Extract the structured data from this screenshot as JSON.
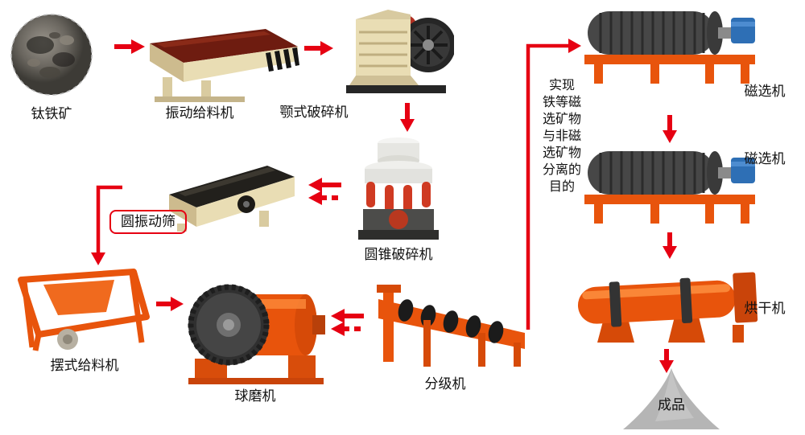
{
  "nodes": {
    "ore": {
      "label": "钛铁矿"
    },
    "vibrating_feeder": {
      "label": "振动给料机"
    },
    "jaw_crusher": {
      "label": "颚式破碎机"
    },
    "cone_crusher": {
      "label": "圆锥破碎机"
    },
    "vibrating_screen": {
      "label": "圆振动筛"
    },
    "pendulum_feeder": {
      "label": "摆式给料机"
    },
    "ball_mill": {
      "label": "球磨机"
    },
    "classifier": {
      "label": "分级机"
    },
    "magnetic_separator_1": {
      "label": "磁选机"
    },
    "magnetic_separator_2": {
      "label": "磁选机"
    },
    "dryer": {
      "label": "烘干机"
    },
    "product": {
      "label": "成品"
    }
  },
  "annotation": {
    "full_text": "实现铁等磁选矿物与非磁选矿物分离的目的",
    "lines": [
      "实现",
      "铁等磁",
      "选矿物",
      "与非磁",
      "选矿物",
      "分离的",
      "目的"
    ]
  },
  "flow": [
    [
      "钛铁矿",
      "振动给料机"
    ],
    [
      "振动给料机",
      "颚式破碎机"
    ],
    [
      "颚式破碎机",
      "圆锥破碎机"
    ],
    [
      "圆锥破碎机",
      "圆振动筛"
    ],
    [
      "圆振动筛",
      "摆式给料机"
    ],
    [
      "摆式给料机",
      "球磨机"
    ],
    [
      "球磨机",
      "分级机"
    ],
    [
      "分级机",
      "磁选机"
    ],
    [
      "磁选机",
      "磁选机"
    ],
    [
      "磁选机",
      "烘干机"
    ],
    [
      "烘干机",
      "成品"
    ]
  ],
  "colors": {
    "arrow_red": "#e60012",
    "machine_orange": "#e8540c",
    "machine_cream": "#e9ddb4",
    "top_plate_maroon": "#6e1c10",
    "drum_gray": "#474747",
    "motor_blue": "#2e6fb5",
    "product_gray": "#b5b5b5",
    "background": "#ffffff"
  }
}
